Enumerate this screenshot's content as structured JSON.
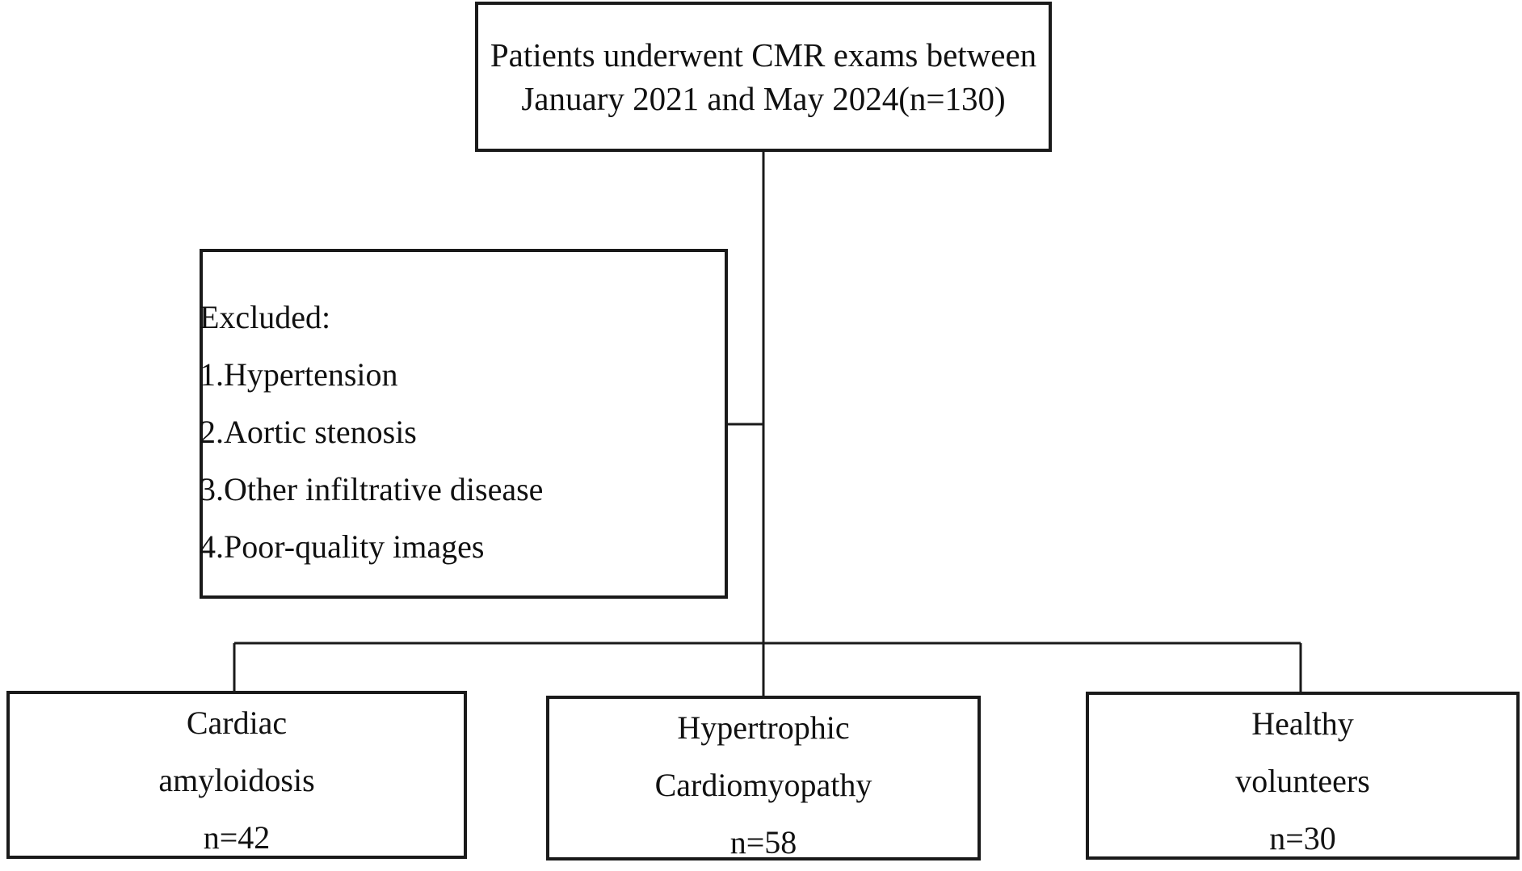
{
  "top": {
    "line1": "Patients underwent CMR exams between",
    "line2": "January 2021 and May 2024(n=130)"
  },
  "excluded": {
    "heading": "Excluded:",
    "items": [
      "1.Hypertension",
      "2.Aortic stenosis",
      "3.Other infiltrative disease",
      "4.Poor-quality images"
    ]
  },
  "groups": [
    {
      "line1": "Cardiac",
      "line2": "amyloidosis",
      "count": "n=42"
    },
    {
      "line1": "Hypertrophic",
      "line2": "Cardiomyopathy",
      "count": "n=58"
    },
    {
      "line1": "Healthy",
      "line2": "volunteers",
      "count": "n=30"
    }
  ]
}
